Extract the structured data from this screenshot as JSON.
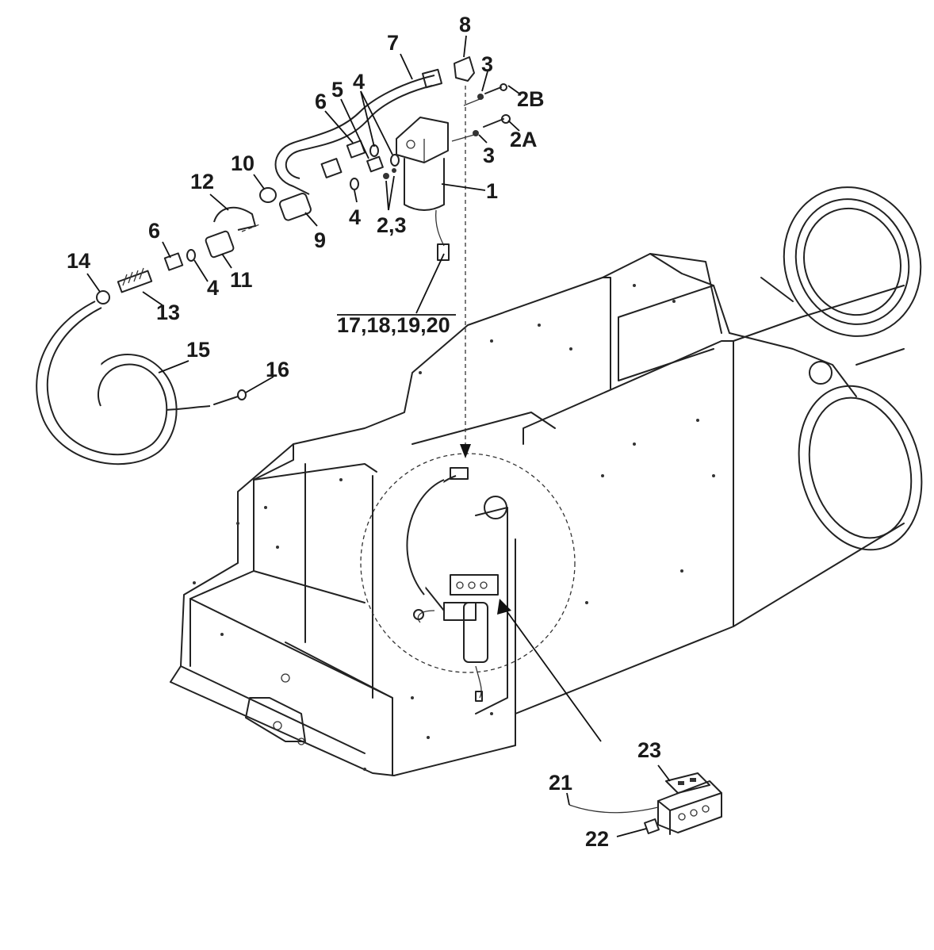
{
  "callouts": {
    "c1": "1",
    "c2a": "2A",
    "c2b": "2B",
    "c23": "2,3",
    "c3a": "3",
    "c3b": "3",
    "c4a": "4",
    "c4b": "4",
    "c4c": "4",
    "c5": "5",
    "c6a": "6",
    "c6b": "6",
    "c7": "7",
    "c8": "8",
    "c9": "9",
    "c10": "10",
    "c11": "11",
    "c12": "12",
    "c13": "13",
    "c14": "14",
    "c15": "15",
    "c16": "16",
    "c17_20": "17,18,19,20",
    "c21": "21",
    "c22": "22",
    "c23b": "23"
  }
}
